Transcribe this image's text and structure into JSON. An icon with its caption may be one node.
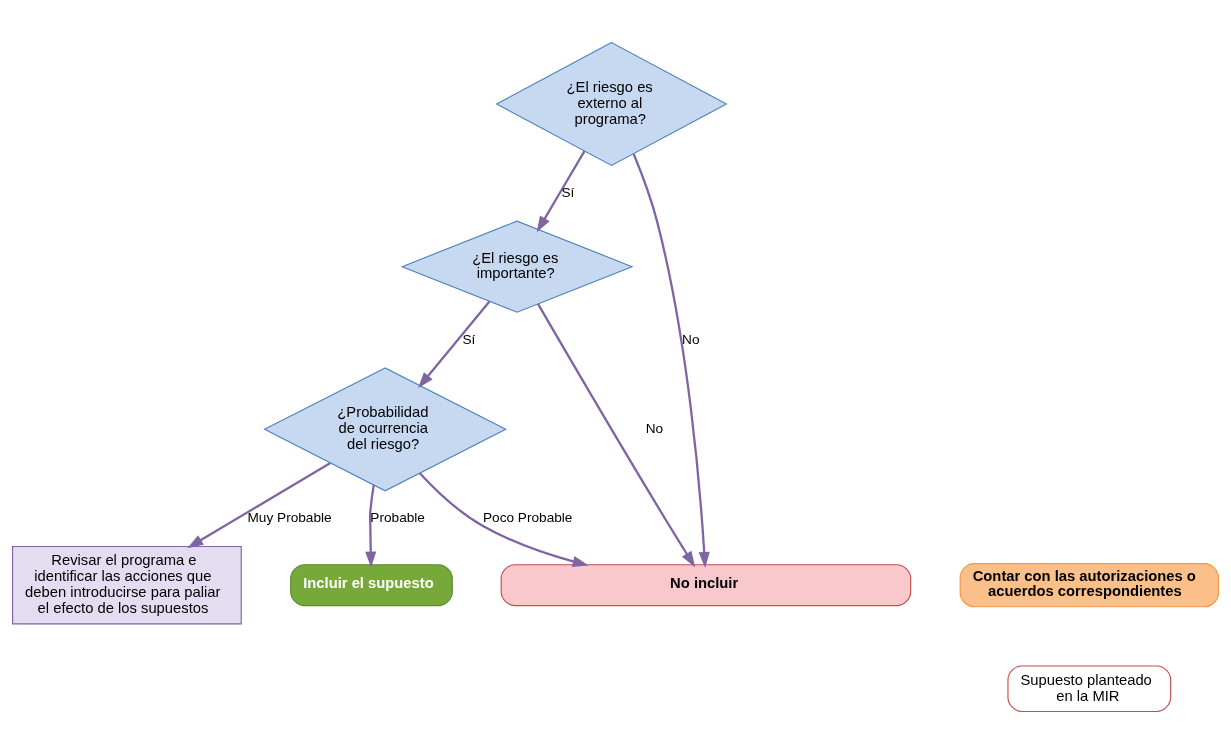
{
  "diagram": {
    "nodes": [
      {
        "text": [
          "¿El riesgo es externo al programa?"
        ]
      },
      {
        "text": [
          "¿El riesgo es importante?"
        ]
      },
      {
        "text": [
          "¿Probabilidad de ocurrencia del riesgo?"
        ]
      },
      {
        "text": [
          "Revisar el programa e identificar las acciones que deben introducirse para paliar el efecto de los supuestos"
        ]
      },
      {
        "text": [
          "Incluir el supuesto"
        ]
      },
      {
        "text": [
          "No incluir"
        ]
      },
      {
        "text": [
          "Contar con las autorizaciones o acuerdos correspondientes"
        ]
      },
      {
        "text": [
          "Supuesto planteado en la MIR"
        ]
      }
    ],
    "edges": [
      {
        "from": 0,
        "to": 1,
        "arrow": "to",
        "label": "Sí"
      },
      {
        "from": 0,
        "to": 5,
        "arrow": "to",
        "label": "No"
      },
      {
        "from": 1,
        "to": 2,
        "arrow": "to",
        "label": "Sí"
      },
      {
        "from": 1,
        "to": 5,
        "arrow": "to",
        "label": "No"
      },
      {
        "from": 2,
        "to": 3,
        "arrow": "to",
        "label": "Muy Probable"
      },
      {
        "from": 2,
        "to": 4,
        "arrow": "to",
        "label": "Probable"
      },
      {
        "from": 2,
        "to": 5,
        "arrow": "to",
        "label": "Poco Probable"
      }
    ]
  }
}
